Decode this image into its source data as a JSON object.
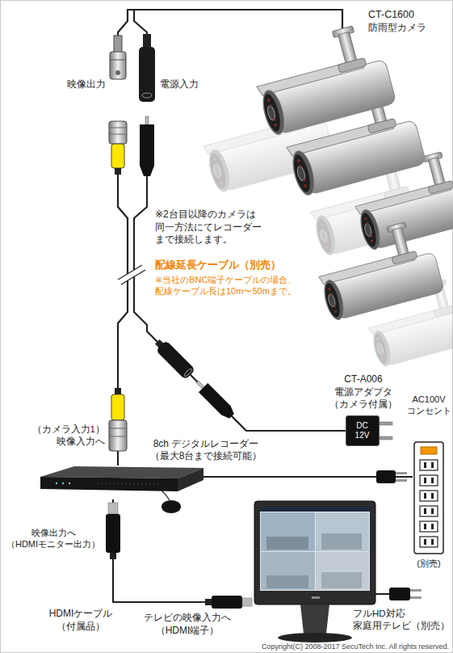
{
  "diagram": {
    "nodes": [
      {
        "text": [
          "CT-C1600",
          "防雨型カメラ"
        ]
      },
      {
        "text": [
          "CT-A006 電源アダプタ （カメラ付属）",
          "DC 12V"
        ]
      },
      {
        "text": [
          "AC100V コンセント",
          "(別売)"
        ]
      },
      {
        "text": [
          "8ch デジタルレコーダー （最大8台まで接続可能）"
        ]
      },
      {
        "text": [
          "フルHD対応 家庭用テレビ（別売）"
        ]
      }
    ],
    "edges": [
      {
        "from": 0,
        "to": 3,
        "arrow": "none"
      },
      {
        "from": 0,
        "to": 1,
        "arrow": "none"
      },
      {
        "from": 3,
        "to": 4,
        "arrow": "none"
      },
      {
        "from": 3,
        "to": 2,
        "arrow": "none"
      }
    ],
    "labels": [
      "映像出力",
      "電源入力",
      "※2台目以降のカメラは 同一方法にてレコーダー まで接続します。",
      "配線延長ケーブル（別売）",
      "※当社のBNC端子ケーブルの場合、 配線ケーブル長は10m〜50mまで。",
      "（カメラ入力1） 映像入力へ",
      "映像出力へ （HDMIモニター出力）",
      "HDMIケーブル （付属品）",
      "テレビの映像入力へ （HDMI端子）",
      "Copyright(C) 2008-2017 SecuTech Inc. All rights reserved."
    ]
  }
}
